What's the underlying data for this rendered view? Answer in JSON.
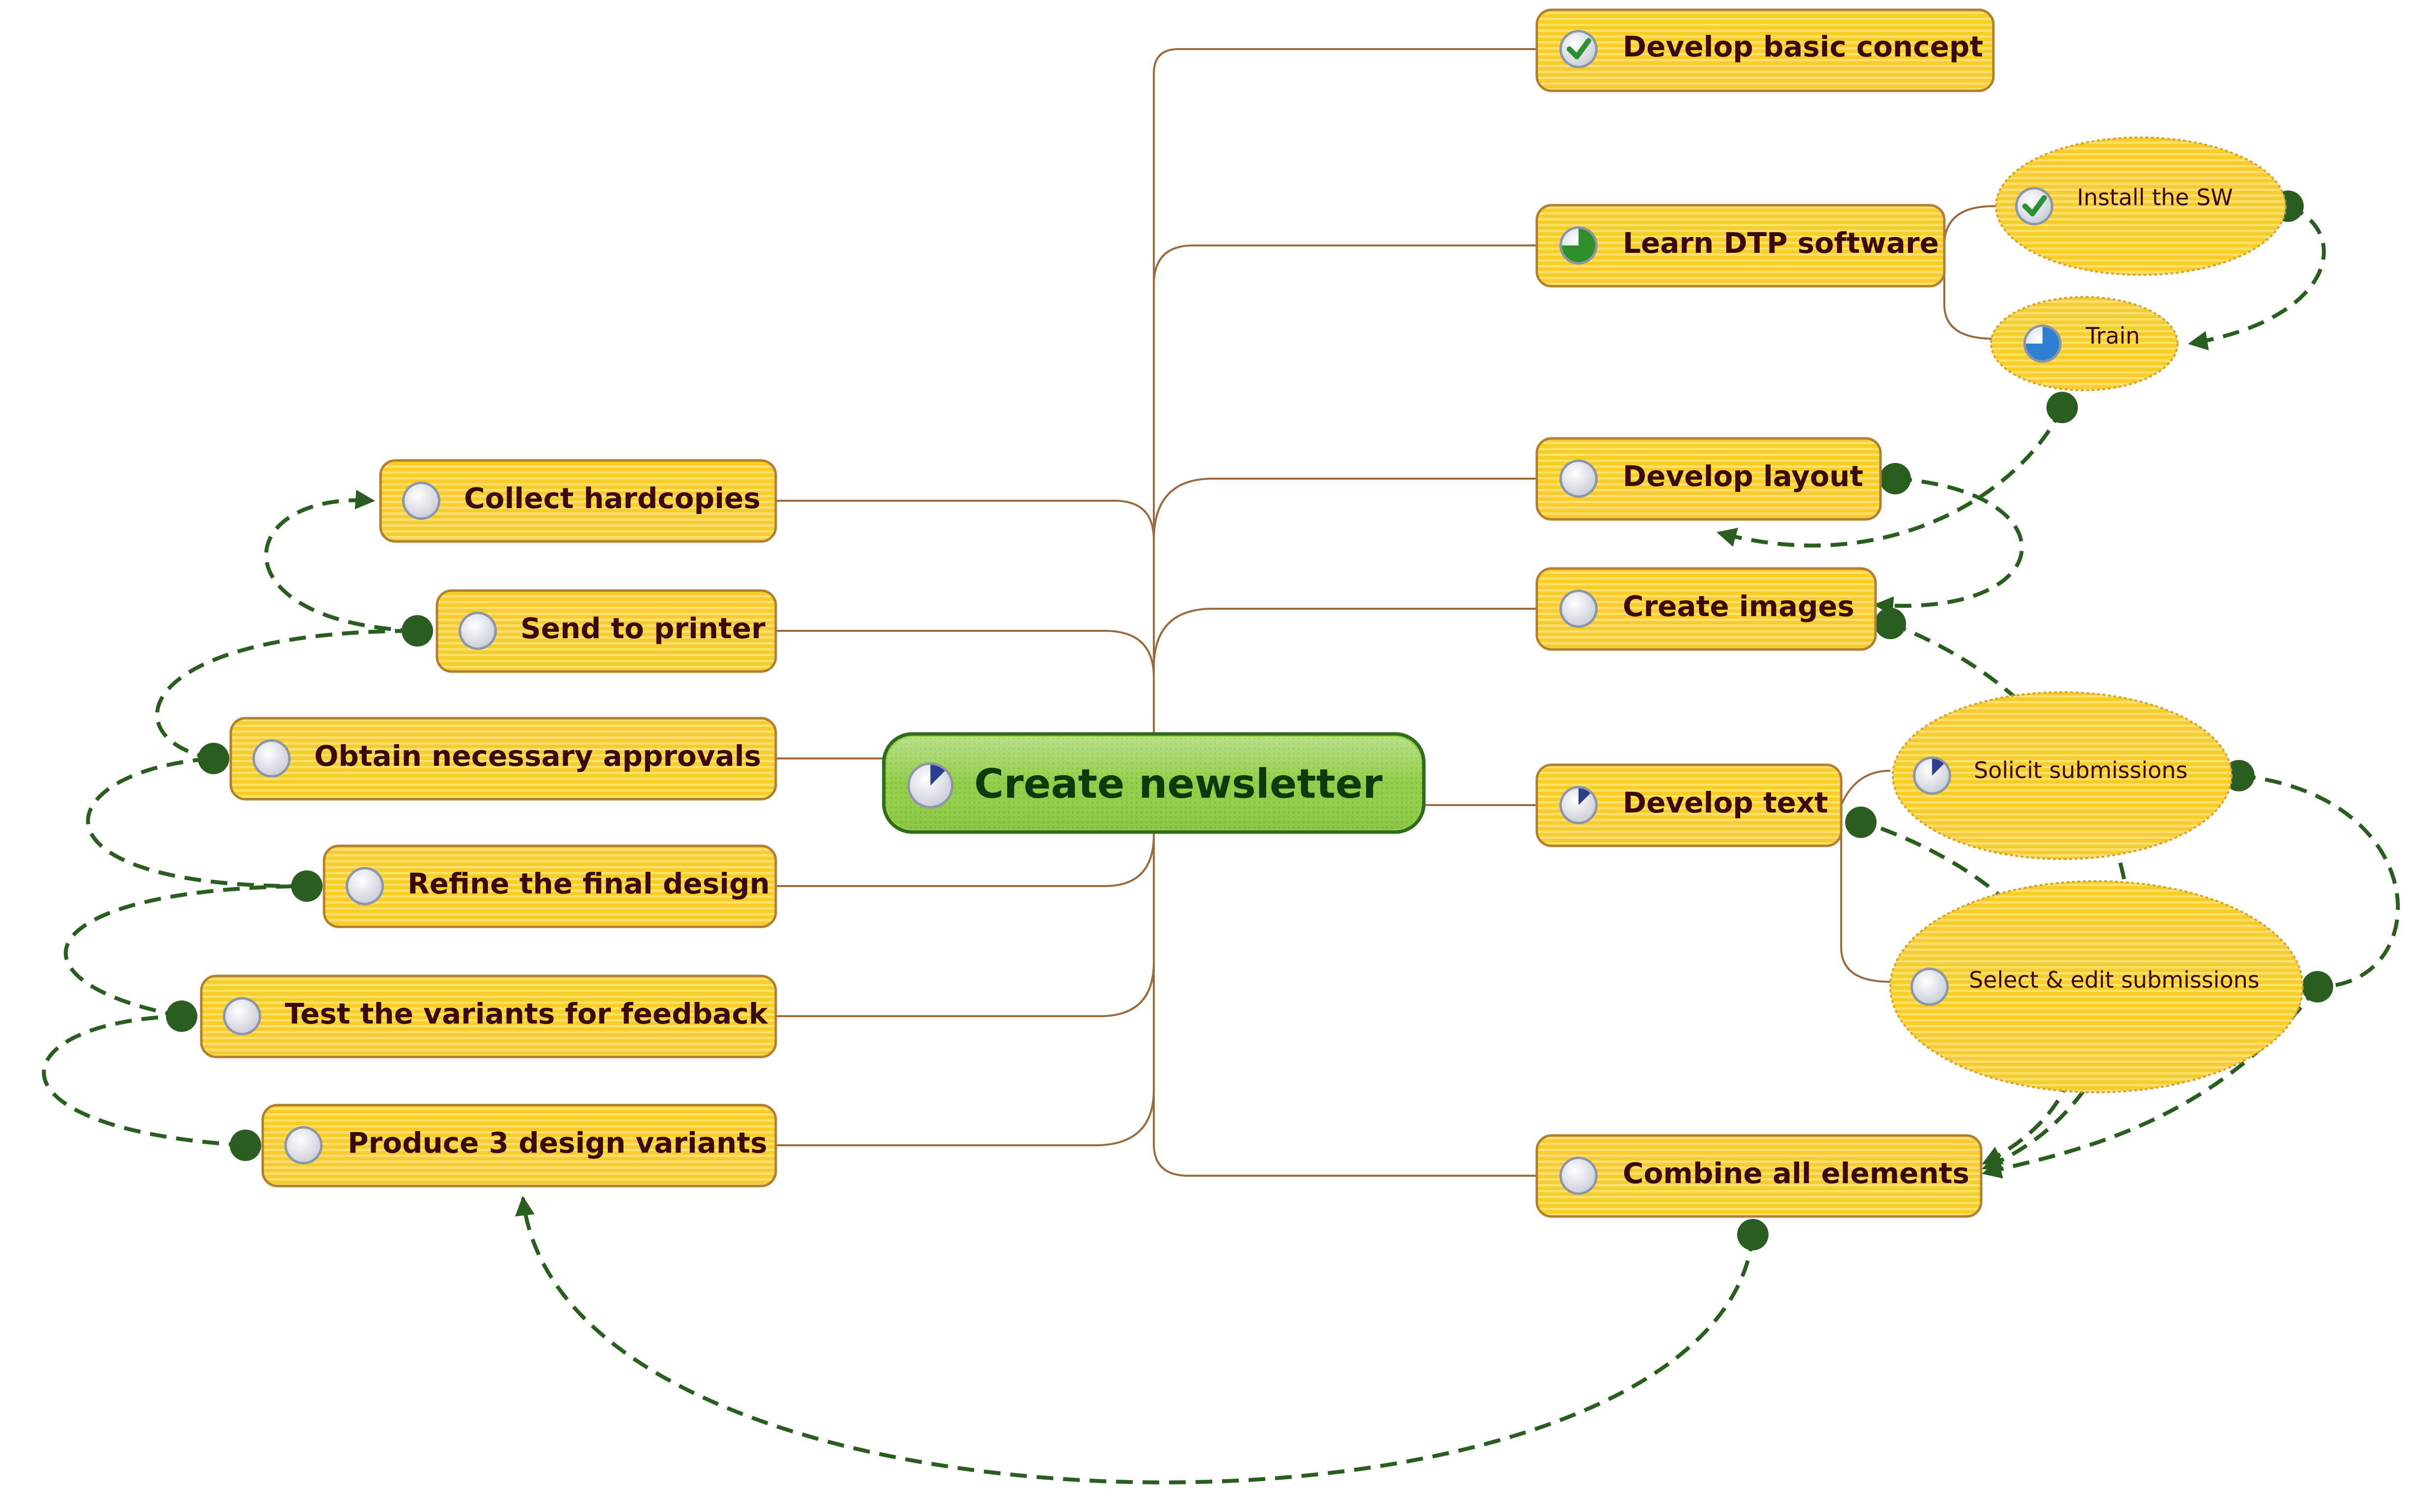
{
  "central": {
    "label": "Create newsletter",
    "progress": 0.125
  },
  "topics": {
    "develop_basic_concept": {
      "label": "Develop basic concept",
      "status": "done"
    },
    "learn_dtp_software": {
      "label": "Learn DTP software",
      "progress": 0.75
    },
    "install_the_sw": {
      "label": "Install the SW",
      "status": "done"
    },
    "train": {
      "label": "Train",
      "progress": 0.75
    },
    "develop_layout": {
      "label": "Develop layout",
      "progress": 0
    },
    "create_images": {
      "label": "Create images",
      "progress": 0
    },
    "develop_text": {
      "label": "Develop text",
      "progress": 0.125
    },
    "solicit_submissions": {
      "label": "Solicit submissions",
      "progress": 0.125
    },
    "select_edit_submissions": {
      "label": "Select & edit submissions",
      "progress": 0
    },
    "combine_all_elements": {
      "label": "Combine all elements",
      "progress": 0
    },
    "collect_hardcopies": {
      "label": "Collect hardcopies",
      "progress": 0
    },
    "send_to_printer": {
      "label": "Send to printer",
      "progress": 0
    },
    "obtain_necessary_approvals": {
      "label": "Obtain necessary approvals",
      "progress": 0
    },
    "refine_the_final_design": {
      "label": "Refine the final design",
      "progress": 0
    },
    "test_the_variants_for_feedback": {
      "label": "Test the variants for feedback",
      "progress": 0
    },
    "produce_3_design_variants": {
      "label": "Produce 3 design variants",
      "progress": 0
    }
  },
  "colors": {
    "topic_fill": "#f8cd2a",
    "topic_stripe": "#fbe070",
    "topic_border": "#b0802e",
    "central_fill": "#93cf4a",
    "central_border": "#2f6b1a",
    "branch_line": "#9c6a3f",
    "relationship": "#2a5e20"
  }
}
